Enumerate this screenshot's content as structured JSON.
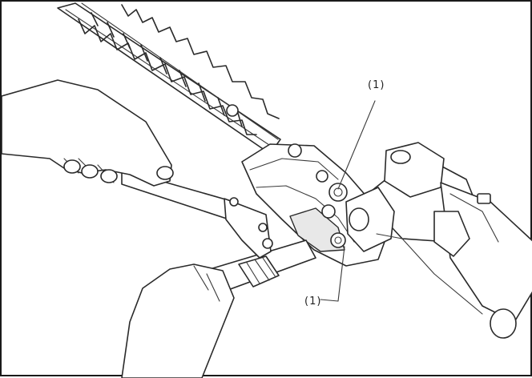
{
  "figure": {
    "callouts": [
      {
        "id": "top",
        "label": "(1)"
      },
      {
        "id": "bottom",
        "label": "(1)"
      }
    ],
    "colors": {
      "line": "#2a2a2a",
      "background": "#ffffff",
      "frame": "#1a1a1a"
    }
  }
}
